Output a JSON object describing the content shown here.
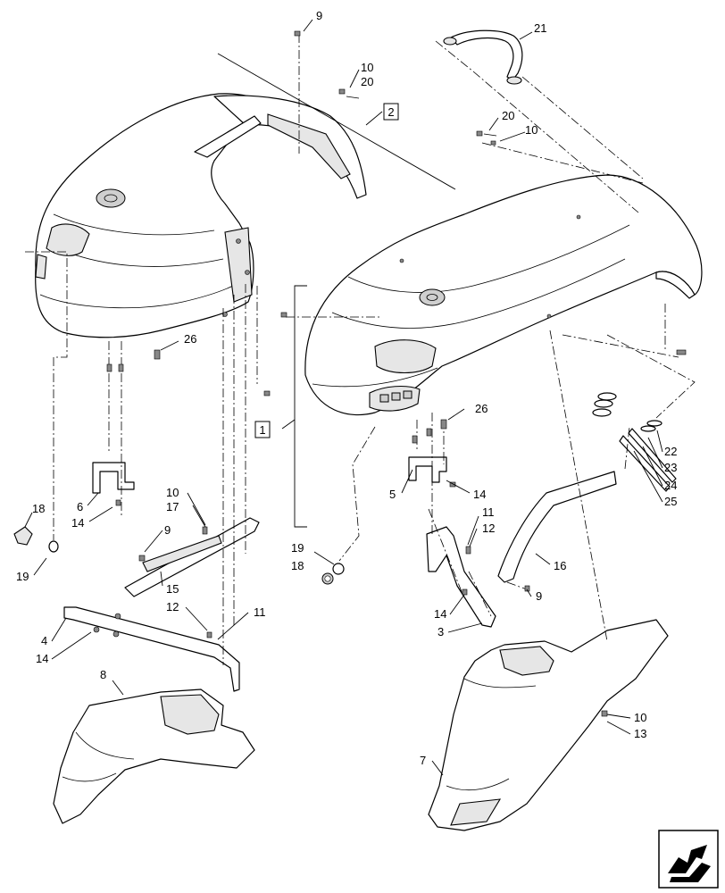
{
  "diagram": {
    "callouts": {
      "c9_top": "9",
      "c10_top": "10",
      "c20_top": "20",
      "c2_box": "2",
      "c21": "21",
      "c20_right": "20",
      "c10_right": "10",
      "c26_left": "26",
      "c26_right": "26",
      "c1_box": "1",
      "c22": "22",
      "c23": "23",
      "c24": "24",
      "c25": "25",
      "c18_left": "18",
      "c19_left": "19",
      "c6": "6",
      "c14_left_a": "14",
      "c10_mid": "10",
      "c17": "17",
      "c9_mid": "9",
      "c15": "15",
      "c12_left": "12",
      "c11_left": "11",
      "c4": "4",
      "c14_left_b": "14",
      "c8": "8",
      "c5": "5",
      "c14_right_a": "14",
      "c11_right": "11",
      "c12_right": "12",
      "c16": "16",
      "c19_mid": "19",
      "c18_mid": "18",
      "c9_right": "9",
      "c14_right_b": "14",
      "c3": "3",
      "c10_bottom": "10",
      "c13": "13",
      "c7": "7"
    },
    "nav_icon": "arrow-icon"
  }
}
